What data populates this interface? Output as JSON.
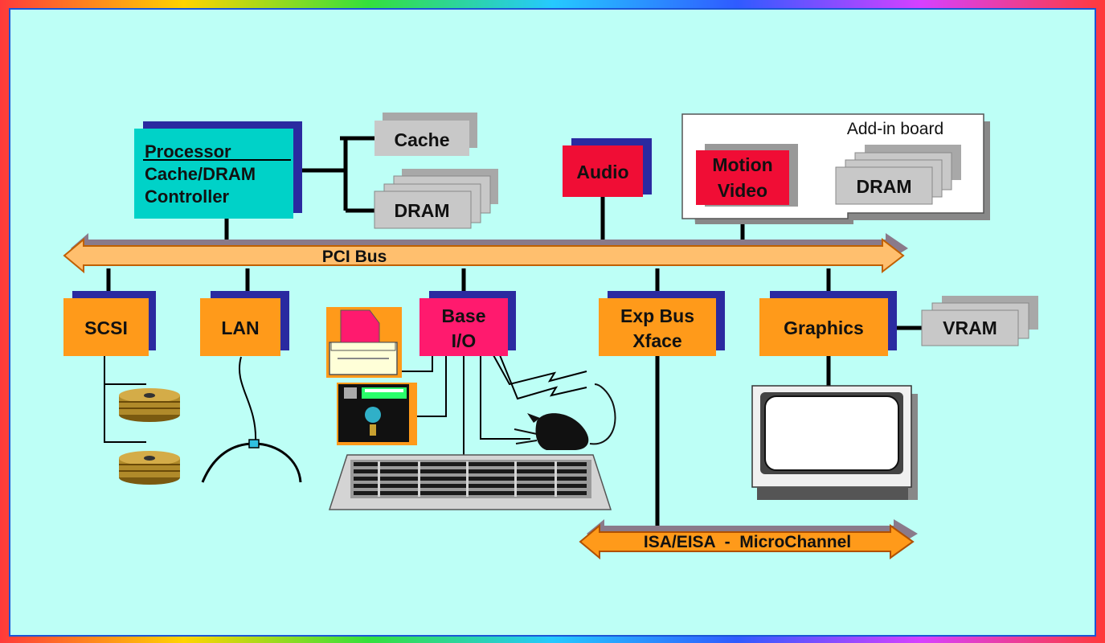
{
  "processor": {
    "line1": "Processor",
    "line2": "Cache/DRAM",
    "line3": "Controller"
  },
  "cache": "Cache",
  "dram_main": "DRAM",
  "audio": "Audio",
  "addin": {
    "title": "Add-in board",
    "motion1": "Motion",
    "motion2": "Video",
    "dram": "DRAM"
  },
  "pci_bus": "PCI Bus",
  "scsi": "SCSI",
  "lan": "LAN",
  "base_io": {
    "line1": "Base",
    "line2": "I/O"
  },
  "exp_bus": {
    "line1": "Exp Bus",
    "line2": "Xface"
  },
  "graphics": "Graphics",
  "vram": "VRAM",
  "isa_bus": "ISA/EISA  -  MicroChannel",
  "colors": {
    "background": "#bdfff6",
    "processor": "#00d2c8",
    "orange_box": "#ff9a1a",
    "red_box": "#f00d35",
    "pink_box": "#ff1a6e",
    "bus": "#ffbf6e",
    "gray_box": "#c8c8c8",
    "shadow": "#2a2aa0"
  }
}
